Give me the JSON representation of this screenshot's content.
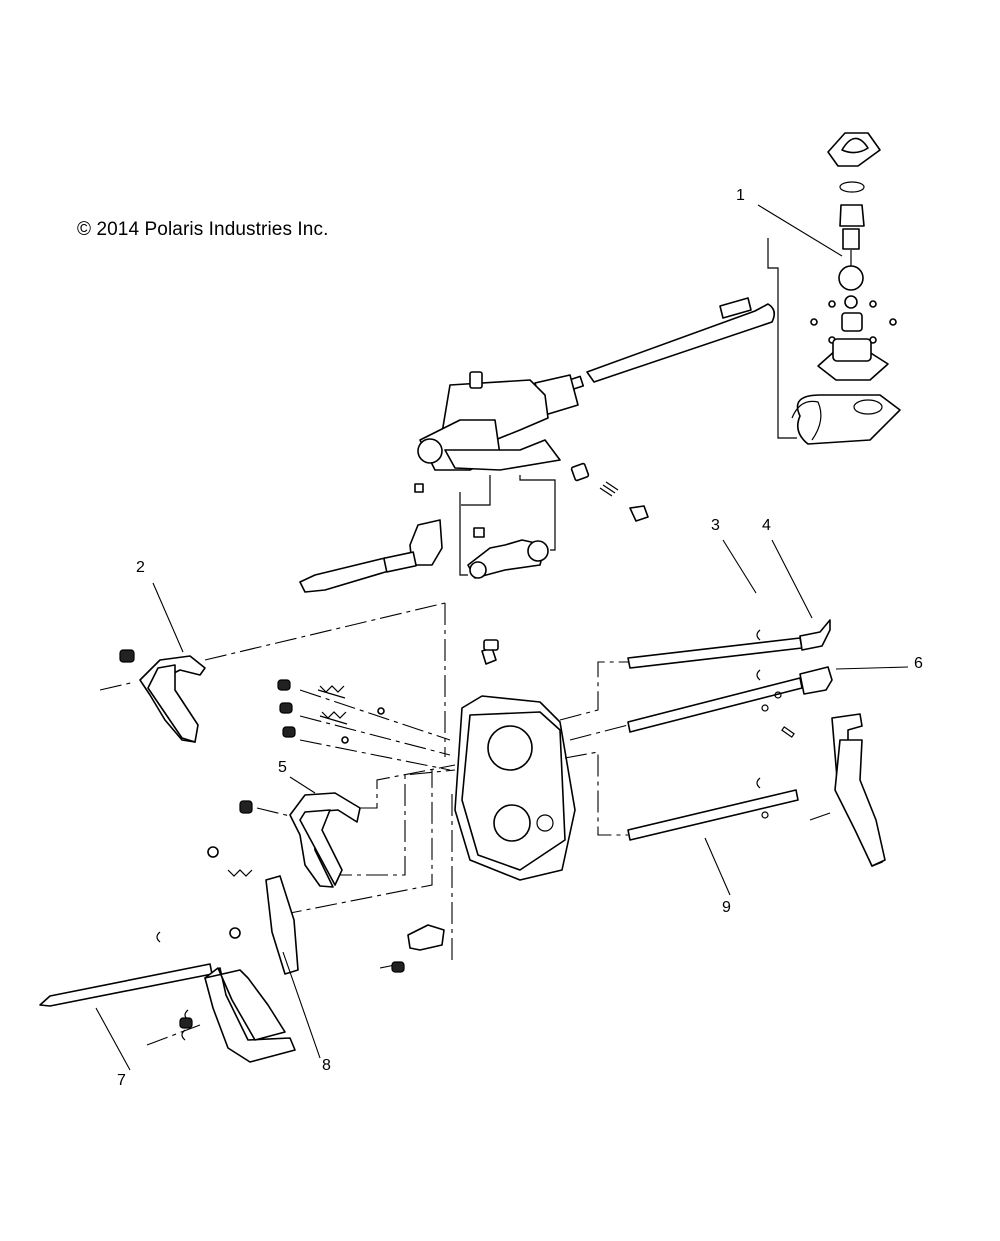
{
  "diagram": {
    "copyright": "© 2014 Polaris Industries Inc.",
    "callouts": [
      {
        "id": "1",
        "label": "1"
      },
      {
        "id": "2",
        "label": "2"
      },
      {
        "id": "3",
        "label": "3"
      },
      {
        "id": "4",
        "label": "4"
      },
      {
        "id": "5",
        "label": "5"
      },
      {
        "id": "6",
        "label": "6"
      },
      {
        "id": "7",
        "label": "7"
      },
      {
        "id": "8",
        "label": "8"
      },
      {
        "id": "9",
        "label": "9"
      }
    ]
  }
}
